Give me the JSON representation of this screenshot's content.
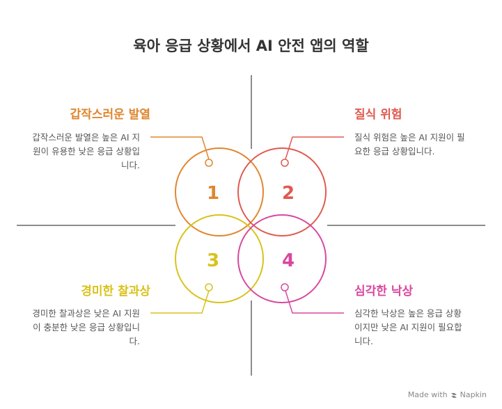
{
  "title": "육아 응급 상황에서 AI 안전 앱의 역할",
  "quadrants": [
    {
      "number": "1",
      "heading": "갑작스러운 발열",
      "description": "갑작스러운 발열은 높은 AI 지원이 유용한 낮은 응급 상황입니다.",
      "color": "#e0862f"
    },
    {
      "number": "2",
      "heading": "질식 위험",
      "description": "질식 위험은 높은 AI 지원이 필요한 응급 상황입니다.",
      "color": "#e05a4f"
    },
    {
      "number": "3",
      "heading": "경미한 찰과상",
      "description": "경미한 찰과상은 낮은 AI 지원이 충분한 낮은 응급 상황입니다.",
      "color": "#d9c21a"
    },
    {
      "number": "4",
      "heading": "심각한 낙상",
      "description": "심각한 낙상은 높은 응급 상황이지만 낮은 AI 지원이 필요합니다.",
      "color": "#d9479e"
    }
  ],
  "footer": {
    "text": "Made with",
    "brand": "Napkin"
  }
}
